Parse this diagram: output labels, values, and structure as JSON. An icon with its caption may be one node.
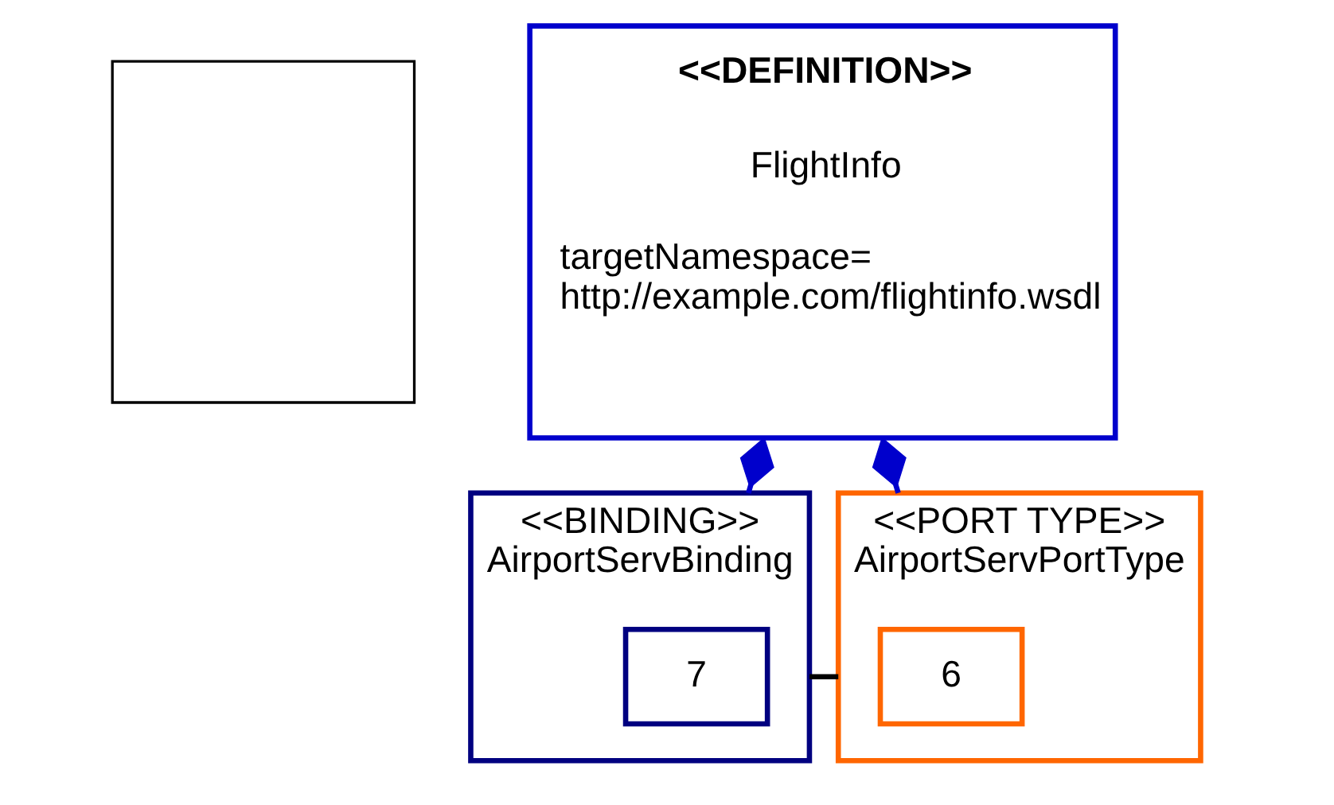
{
  "diagram": {
    "nodes": [
      {
        "text": [],
        "shape": "box"
      },
      {
        "text": [
          "<<DEFINITION>>",
          "FlightInfo",
          "targetNamespace= http://example.com/flightinfo.wsdl"
        ]
      },
      {
        "text": [
          "<<BINDING>>",
          "AirportServBinding"
        ]
      },
      {
        "text": [
          "7"
        ],
        "in": 2
      },
      {
        "text": [
          "<<PORT TYPE>>",
          "AirportServPortType"
        ]
      },
      {
        "text": [
          "6"
        ],
        "in": 4
      }
    ],
    "edges": [
      {
        "from": 1,
        "to": 2,
        "arrow": "other"
      },
      {
        "from": 1,
        "to": 4,
        "arrow": "other"
      },
      {
        "from": 2,
        "to": 4,
        "arrow": "none",
        "color": "#000000"
      }
    ]
  }
}
